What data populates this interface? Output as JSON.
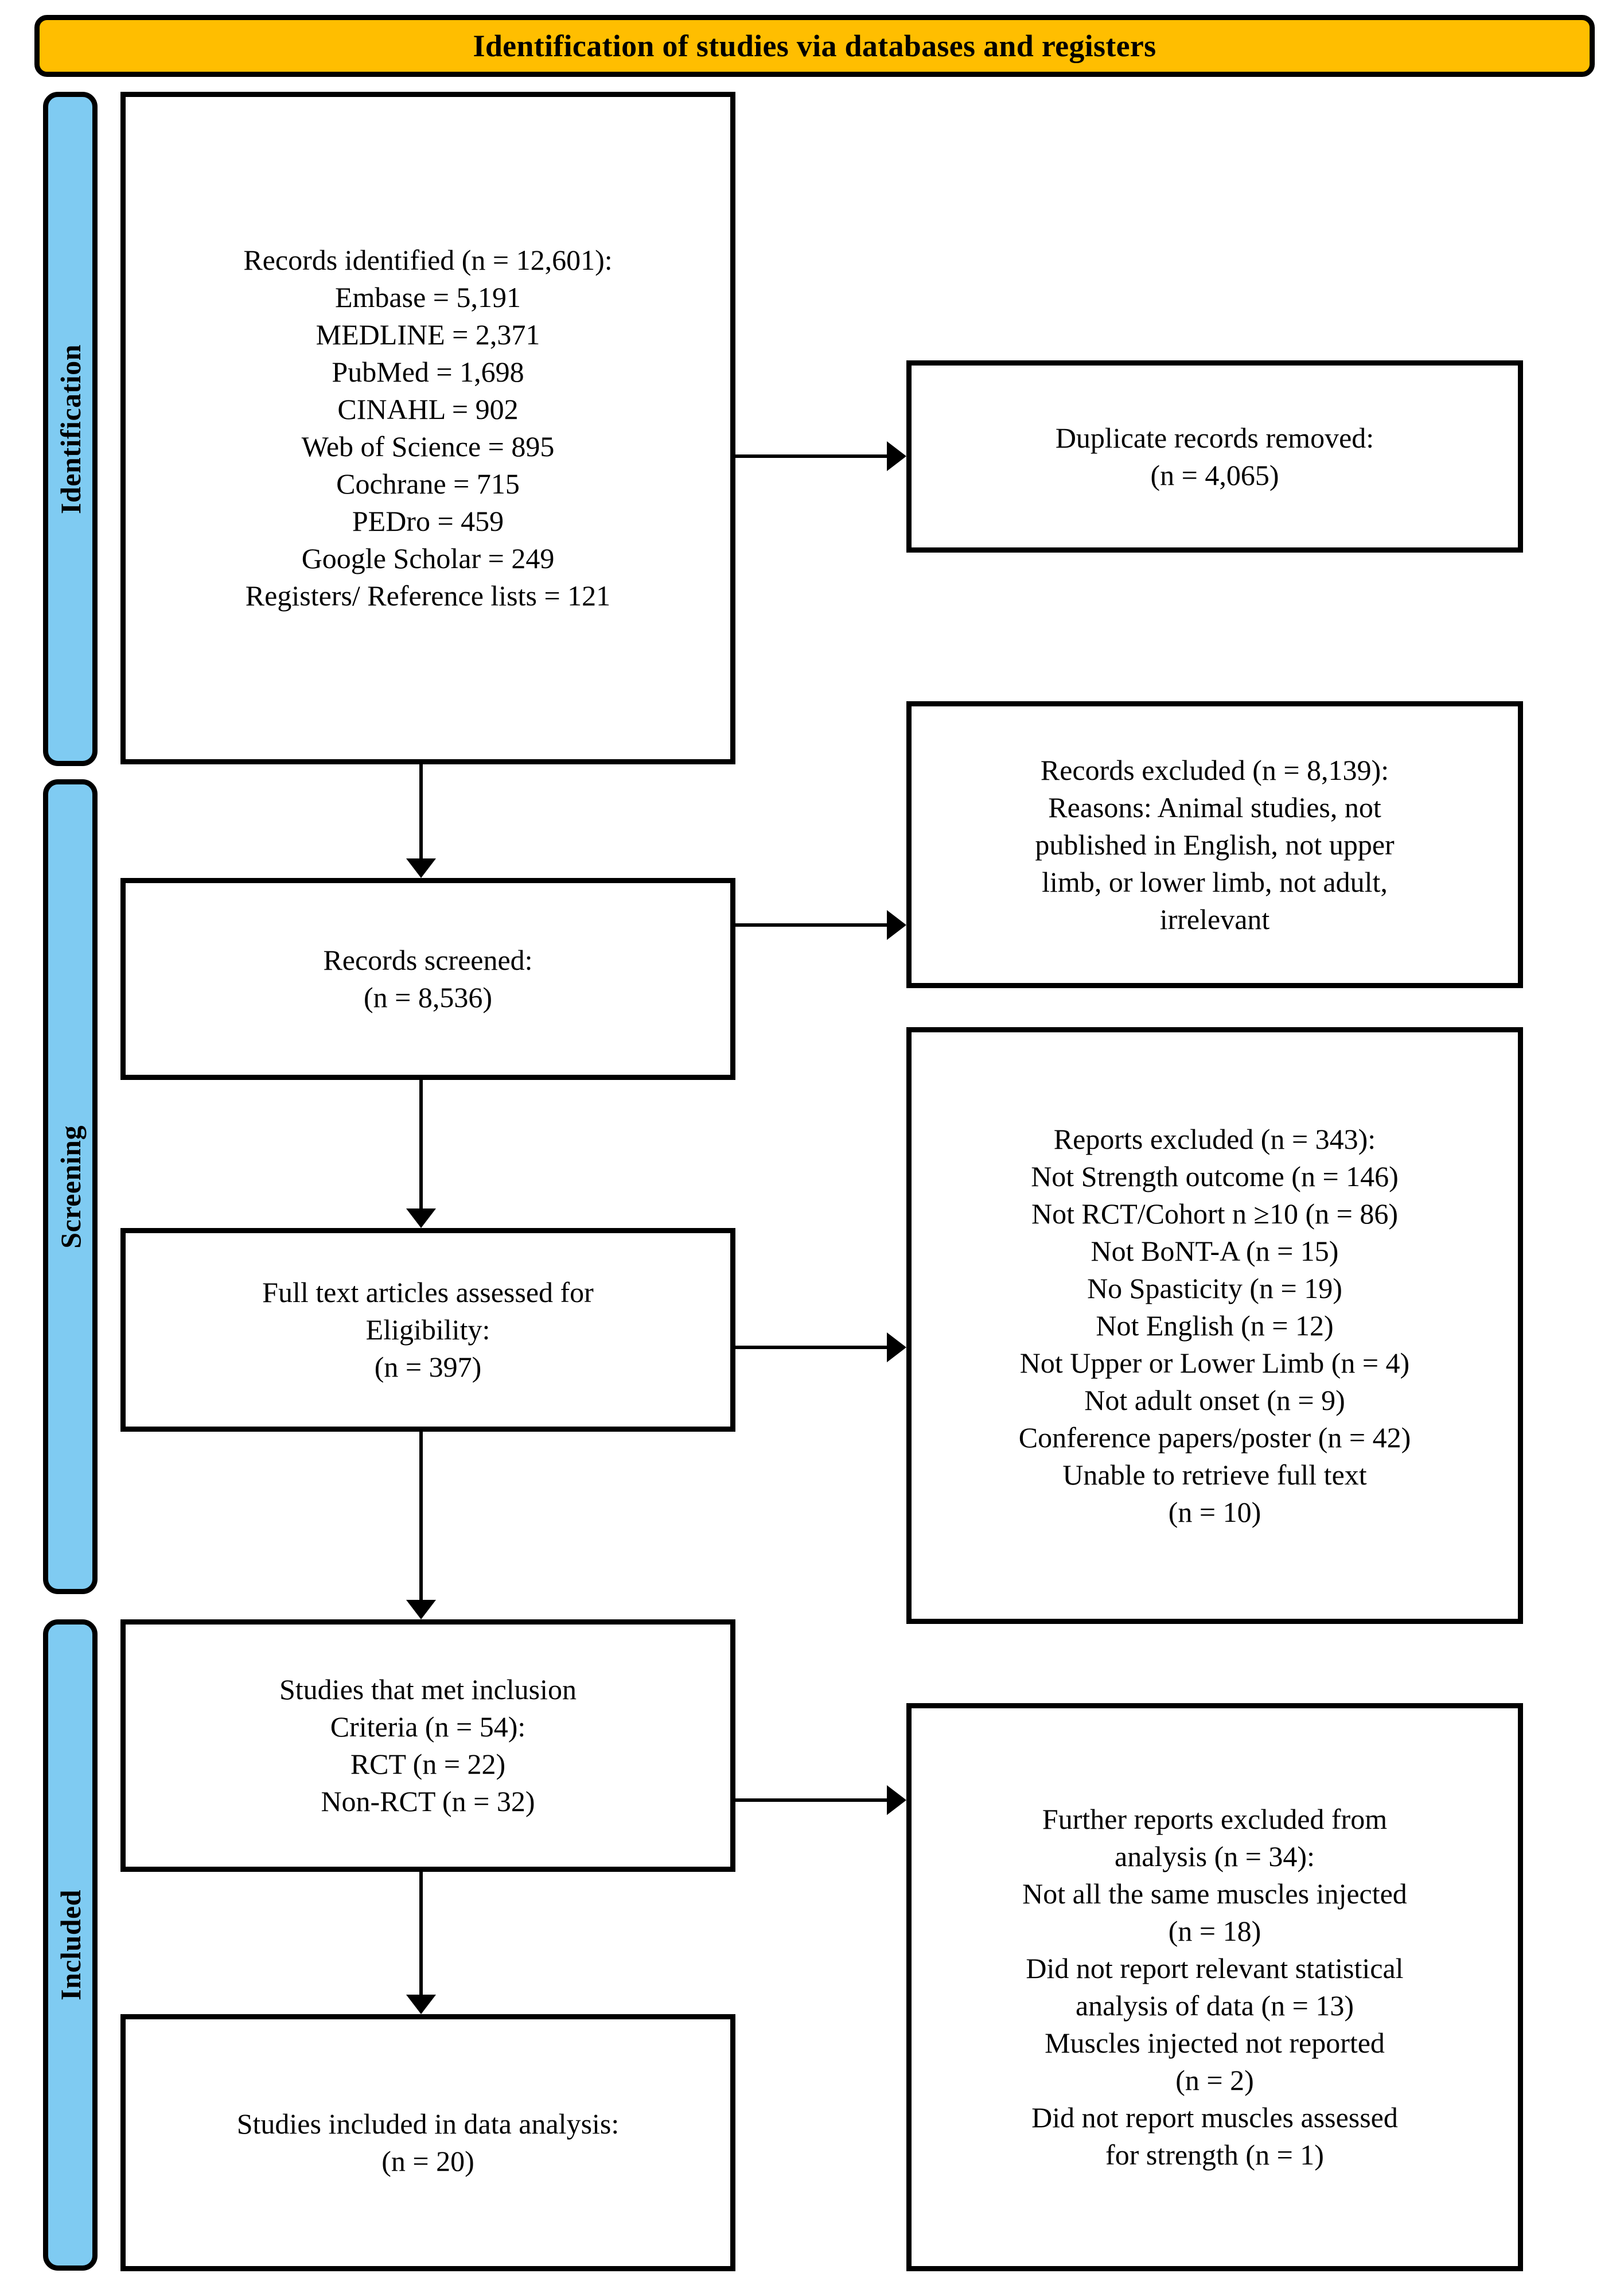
{
  "banner": {
    "title": "Identification of studies via databases and registers",
    "fill_color": "#FFBE00",
    "border_color": "#000000"
  },
  "stages": [
    {
      "label": "Identification",
      "fill_color": "#7FCBF2"
    },
    {
      "label": "Screening",
      "fill_color": "#7FCBF2"
    },
    {
      "label": "Included",
      "fill_color": "#7FCBF2"
    }
  ],
  "boxes": {
    "records_identified": {
      "lines": [
        "Records identified (n = 12,601):",
        "Embase = 5,191",
        "MEDLINE = 2,371",
        "PubMed = 1,698",
        "CINAHL = 902",
        "Web of Science = 895",
        "Cochrane = 715",
        "PEDro = 459",
        "Google Scholar = 249",
        "Registers/ Reference lists = 121"
      ]
    },
    "duplicates_removed": {
      "lines": [
        "Duplicate records removed:",
        "(n = 4,065)"
      ]
    },
    "records_screened": {
      "lines": [
        "Records screened:",
        "(n = 8,536)"
      ]
    },
    "records_excluded": {
      "lines": [
        "Records excluded (n = 8,139):",
        "Reasons: Animal studies, not",
        "published in English, not upper",
        "limb, or lower limb, not adult,",
        "irrelevant"
      ]
    },
    "full_text_assessed": {
      "lines": [
        "Full text articles assessed for",
        "Eligibility:",
        "(n = 397)"
      ]
    },
    "reports_excluded": {
      "lines": [
        "Reports excluded (n = 343):",
        "Not Strength outcome (n = 146)",
        "Not RCT/Cohort n ≥10 (n = 86)",
        "Not BoNT-A (n = 15)",
        "No Spasticity (n = 19)",
        "Not English (n = 12)",
        "Not Upper or Lower Limb (n = 4)",
        "Not adult onset (n = 9)",
        "Conference papers/poster (n = 42)",
        "Unable to retrieve full text",
        "(n = 10)"
      ]
    },
    "studies_met_inclusion": {
      "lines": [
        "Studies that met inclusion",
        "Criteria (n = 54):",
        "RCT (n = 22)",
        "Non-RCT (n = 32)"
      ]
    },
    "further_excluded": {
      "lines": [
        "Further reports excluded from",
        "analysis (n = 34):",
        "Not all the same muscles injected",
        "(n = 18)",
        "Did not report relevant statistical",
        "analysis of data (n = 13)",
        "Muscles injected not reported",
        "(n = 2)",
        "Did not report muscles assessed",
        "for strength (n = 1)"
      ]
    },
    "studies_included": {
      "lines": [
        "Studies included in data analysis:",
        "(n = 20)"
      ]
    }
  }
}
